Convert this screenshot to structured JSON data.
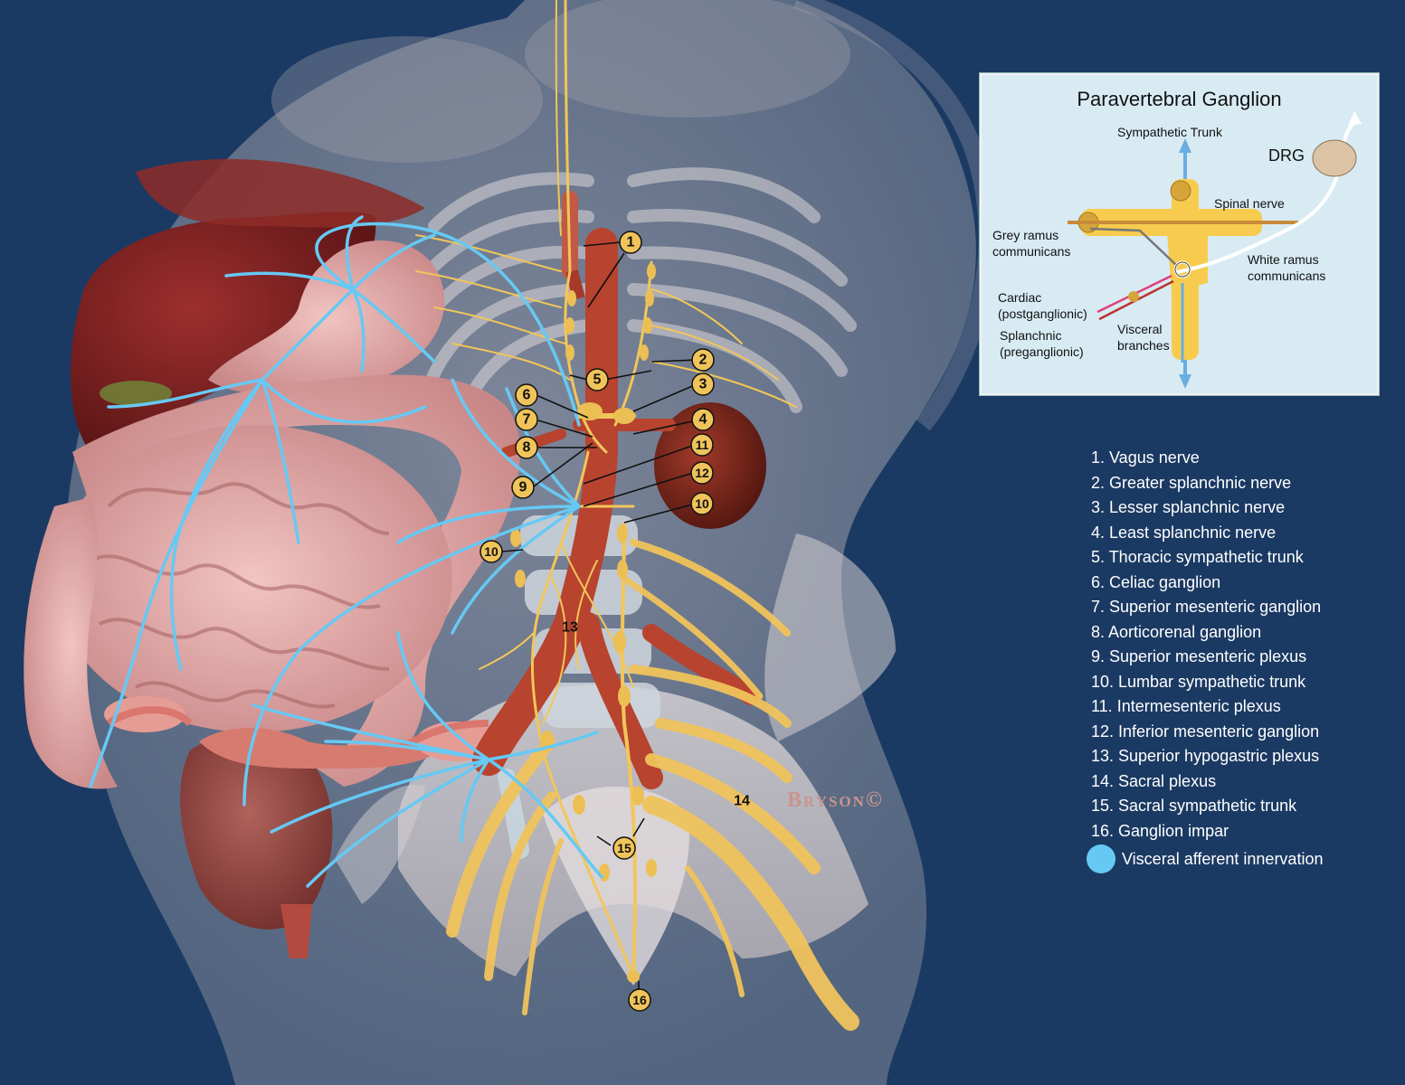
{
  "inset": {
    "title": "Paravertebral Ganglion",
    "labels": {
      "sympathetic_trunk": "Sympathetic Trunk",
      "drg": "DRG",
      "spinal_nerve": "Spinal nerve",
      "grey_ramus_1": "Grey ramus",
      "grey_ramus_2": "communicans",
      "white_ramus_1": "White ramus",
      "white_ramus_2": "communicans",
      "cardiac_1": "Cardiac",
      "cardiac_2": "(postganglionic)",
      "splanchnic_1": "Splanchnic",
      "splanchnic_2": "(preganglionic)",
      "visceral_1": "Visceral",
      "visceral_2": "branches"
    }
  },
  "callouts": {
    "n1": "1",
    "n2": "2",
    "n3": "3",
    "n4": "4",
    "n5": "5",
    "n6": "6",
    "n7": "7",
    "n8": "8",
    "n9": "9",
    "n10a": "10",
    "n10b": "10",
    "n11": "11",
    "n12": "12",
    "n13": "13",
    "n14": "14",
    "n15": "15",
    "n16": "16"
  },
  "watermark": "Bryson©",
  "legend": {
    "items": [
      "1. Vagus nerve",
      "2. Greater splanchnic nerve",
      "3. Lesser splanchnic nerve",
      "4. Least splanchnic nerve",
      "5. Thoracic sympathetic trunk",
      "6. Celiac ganglion",
      "7. Superior mesenteric ganglion",
      "8.  Aorticorenal ganglion",
      "9.  Superior mesenteric plexus",
      "10.  Lumbar sympathetic trunk",
      "11.  Intermesenteric plexus",
      "12.  Inferior mesenteric ganglion",
      "13.  Superior hypogastric plexus",
      "14.  Sacral plexus",
      "15.  Sacral sympathetic trunk",
      "16.  Ganglion impar"
    ],
    "afferent_label": "Visceral afferent innervation"
  },
  "colors": {
    "background": "#1b3a63",
    "nerve": "#f2c659",
    "afferent": "#66c9f4",
    "artery": "#b8432e",
    "callout_fill": "#f0c45a"
  }
}
